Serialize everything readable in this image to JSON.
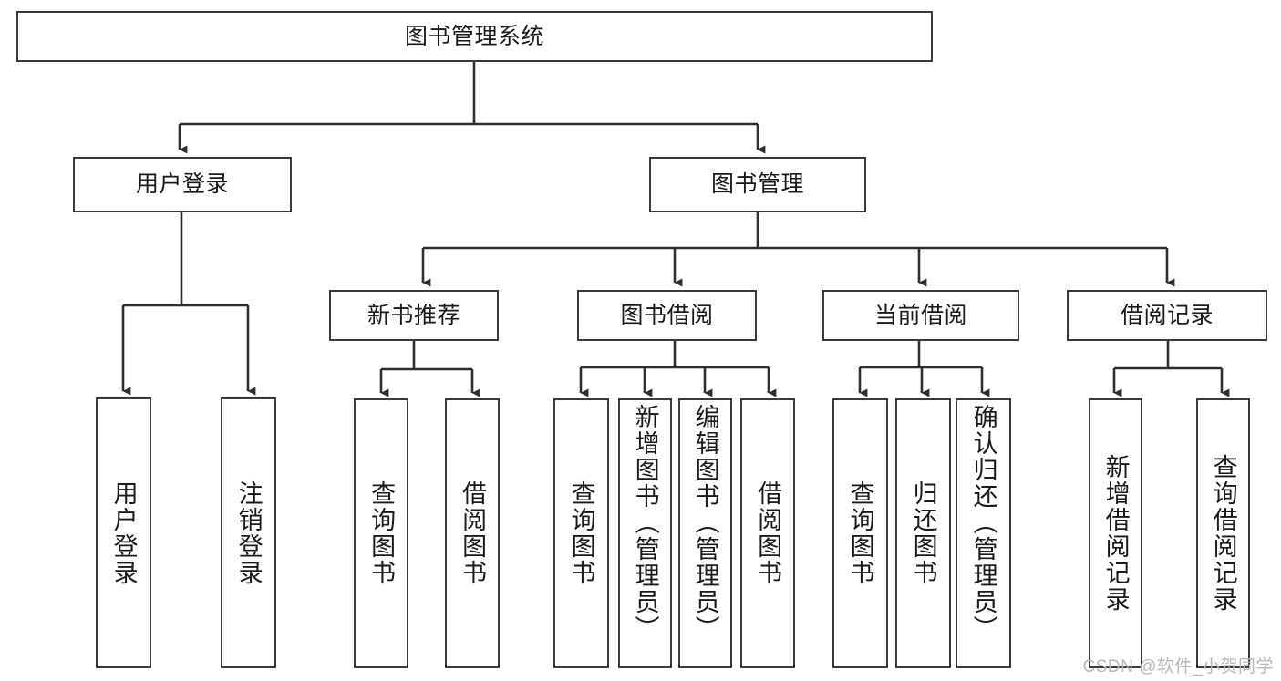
{
  "diagram": {
    "type": "tree-hierarchy",
    "title": "图书管理系统",
    "root": {
      "label": "图书管理系统"
    },
    "level2": [
      {
        "id": "user-login",
        "label": "用户登录"
      },
      {
        "id": "book-manage",
        "label": "图书管理"
      }
    ],
    "level3": [
      {
        "id": "new-book-rec",
        "label": "新书推荐",
        "parent": "book-manage"
      },
      {
        "id": "book-borrow",
        "label": "图书借阅",
        "parent": "book-manage"
      },
      {
        "id": "current-borrow",
        "label": "当前借阅",
        "parent": "book-manage"
      },
      {
        "id": "borrow-record",
        "label": "借阅记录",
        "parent": "book-manage"
      }
    ],
    "leaves": [
      {
        "id": "leaf-user-login",
        "label": "用户登录",
        "parent": "user-login"
      },
      {
        "id": "leaf-logout",
        "label": "注销登录",
        "parent": "user-login"
      },
      {
        "id": "leaf-query-book-1",
        "label": "查询图书",
        "parent": "new-book-rec"
      },
      {
        "id": "leaf-borrow-book-1",
        "label": "借阅图书",
        "parent": "new-book-rec"
      },
      {
        "id": "leaf-query-book-2",
        "label": "查询图书",
        "parent": "book-borrow"
      },
      {
        "id": "leaf-add-book",
        "label": "新增图书（管理员）",
        "parent": "book-borrow"
      },
      {
        "id": "leaf-edit-book",
        "label": "编辑图书（管理员）",
        "parent": "book-borrow"
      },
      {
        "id": "leaf-borrow-book-2",
        "label": "借阅图书",
        "parent": "book-borrow"
      },
      {
        "id": "leaf-query-book-3",
        "label": "查询图书",
        "parent": "current-borrow"
      },
      {
        "id": "leaf-return-book",
        "label": "归还图书",
        "parent": "current-borrow"
      },
      {
        "id": "leaf-confirm-return",
        "label": "确认归还（管理员）",
        "parent": "current-borrow"
      },
      {
        "id": "leaf-add-record",
        "label": "新增借阅记录",
        "parent": "borrow-record"
      },
      {
        "id": "leaf-query-record",
        "label": "查询借阅记录",
        "parent": "borrow-record"
      }
    ],
    "colors": {
      "box_border": "#3a3a3a",
      "box_fill": "#ffffff",
      "connector": "#2f2f2f",
      "text": "#1a1a1a",
      "watermark": "#b9b9b9",
      "background": "#ffffff"
    },
    "watermark": "CSDN @软件_小贺同学"
  }
}
